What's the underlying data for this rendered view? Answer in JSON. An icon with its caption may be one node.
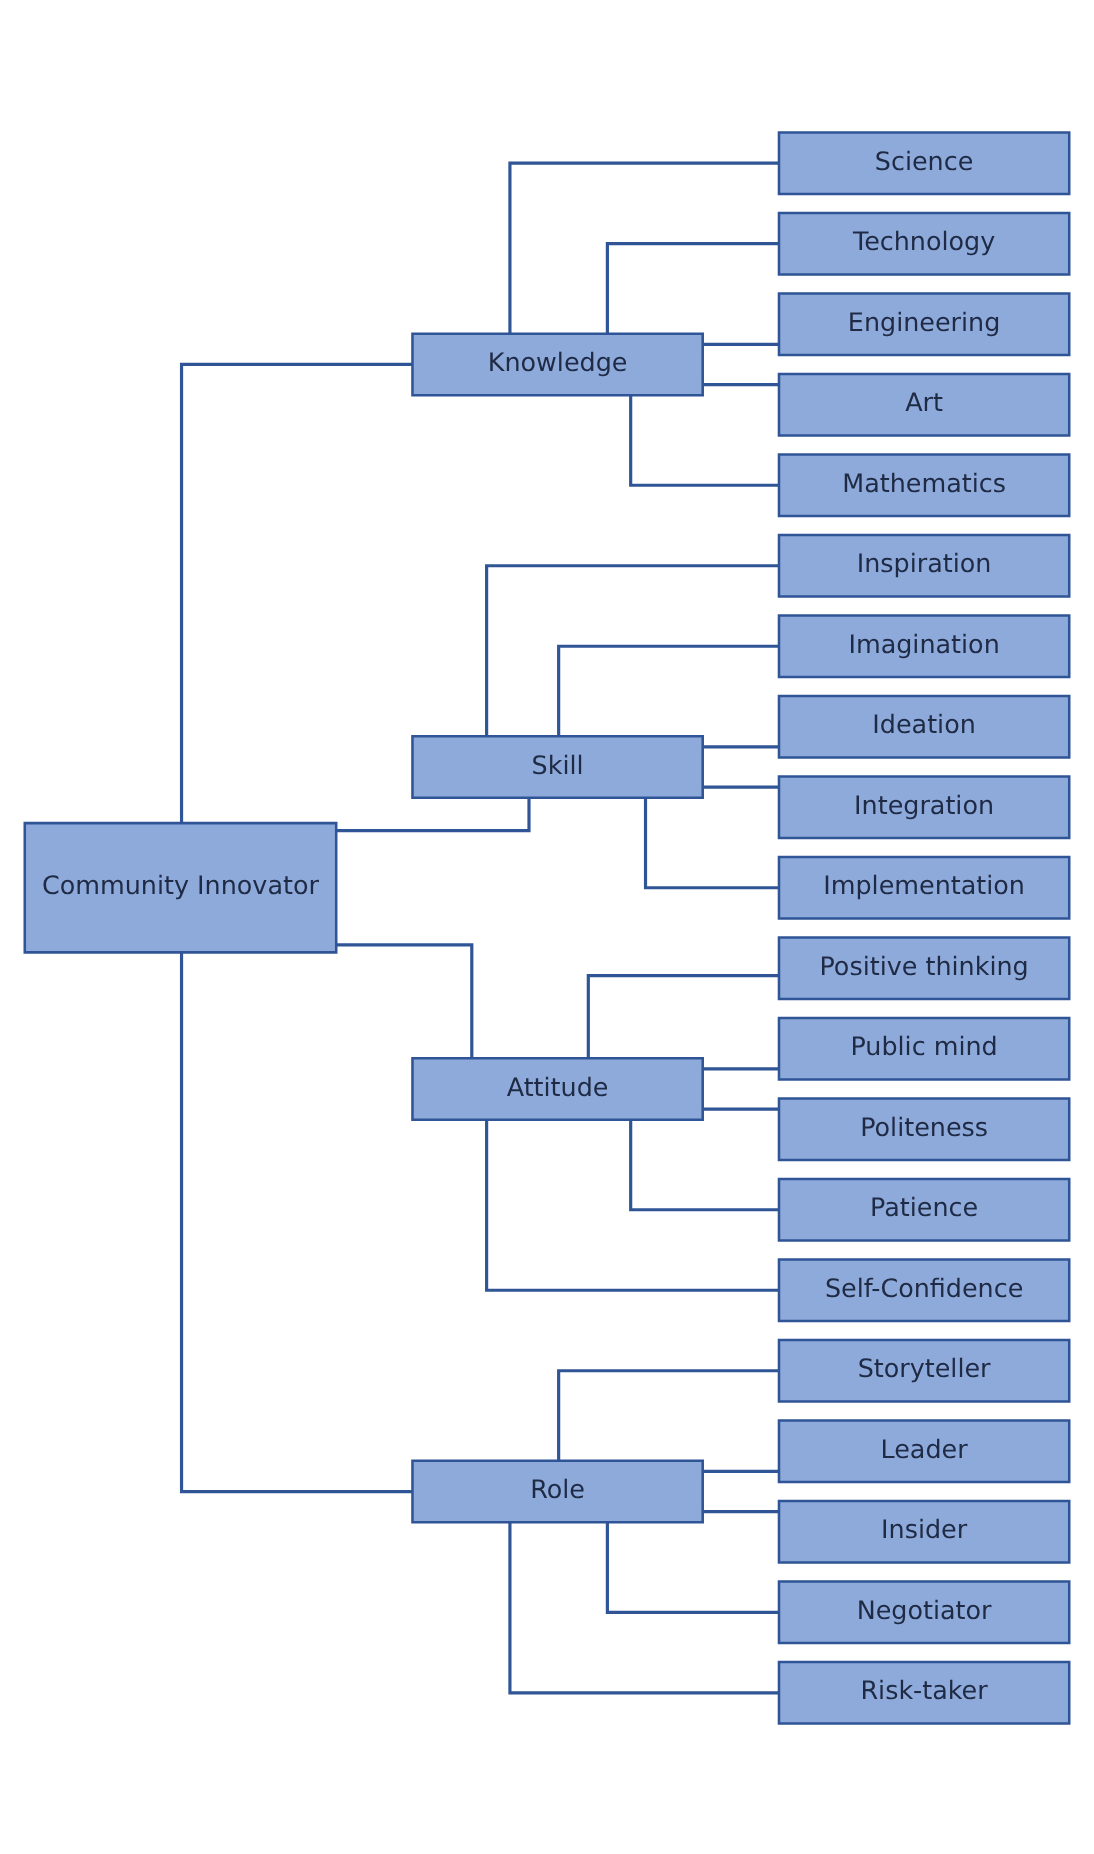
{
  "diagram": {
    "nodes": [
      {
        "text": [
          "Community Innovator"
        ]
      },
      {
        "text": [
          "Knowledge"
        ]
      },
      {
        "text": [
          "Science"
        ]
      },
      {
        "text": [
          "Technology"
        ]
      },
      {
        "text": [
          "Engineering"
        ]
      },
      {
        "text": [
          "Art"
        ]
      },
      {
        "text": [
          "Mathematics"
        ]
      },
      {
        "text": [
          "Skill"
        ]
      },
      {
        "text": [
          "Inspiration"
        ]
      },
      {
        "text": [
          "Imagination"
        ]
      },
      {
        "text": [
          "Ideation"
        ]
      },
      {
        "text": [
          "Integration"
        ]
      },
      {
        "text": [
          "Implementation"
        ]
      },
      {
        "text": [
          "Attitude"
        ]
      },
      {
        "text": [
          "Positive thinking"
        ]
      },
      {
        "text": [
          "Public mind"
        ]
      },
      {
        "text": [
          "Politeness"
        ]
      },
      {
        "text": [
          "Patience"
        ]
      },
      {
        "text": [
          "Self-Confidence"
        ]
      },
      {
        "text": [
          "Role"
        ]
      },
      {
        "text": [
          "Storyteller"
        ]
      },
      {
        "text": [
          "Leader"
        ]
      },
      {
        "text": [
          "Insider"
        ]
      },
      {
        "text": [
          "Negotiator"
        ]
      },
      {
        "text": [
          "Risk-taker"
        ]
      }
    ],
    "edges": [
      {
        "from": 0,
        "to": 1,
        "arrow": "none"
      },
      {
        "from": 0,
        "to": 7,
        "arrow": "none"
      },
      {
        "from": 0,
        "to": 13,
        "arrow": "none"
      },
      {
        "from": 0,
        "to": 19,
        "arrow": "none"
      },
      {
        "from": 1,
        "to": 2,
        "arrow": "none"
      },
      {
        "from": 1,
        "to": 3,
        "arrow": "none"
      },
      {
        "from": 1,
        "to": 4,
        "arrow": "none"
      },
      {
        "from": 1,
        "to": 5,
        "arrow": "none"
      },
      {
        "from": 1,
        "to": 6,
        "arrow": "none"
      },
      {
        "from": 7,
        "to": 8,
        "arrow": "none"
      },
      {
        "from": 7,
        "to": 9,
        "arrow": "none"
      },
      {
        "from": 7,
        "to": 10,
        "arrow": "none"
      },
      {
        "from": 7,
        "to": 11,
        "arrow": "none"
      },
      {
        "from": 7,
        "to": 12,
        "arrow": "none"
      },
      {
        "from": 13,
        "to": 14,
        "arrow": "none"
      },
      {
        "from": 13,
        "to": 15,
        "arrow": "none"
      },
      {
        "from": 13,
        "to": 16,
        "arrow": "none"
      },
      {
        "from": 13,
        "to": 17,
        "arrow": "none"
      },
      {
        "from": 13,
        "to": 18,
        "arrow": "none"
      },
      {
        "from": 19,
        "to": 20,
        "arrow": "none"
      },
      {
        "from": 19,
        "to": 21,
        "arrow": "none"
      },
      {
        "from": 19,
        "to": 22,
        "arrow": "none"
      },
      {
        "from": 19,
        "to": 23,
        "arrow": "none"
      },
      {
        "from": 19,
        "to": 24,
        "arrow": "none"
      }
    ]
  }
}
